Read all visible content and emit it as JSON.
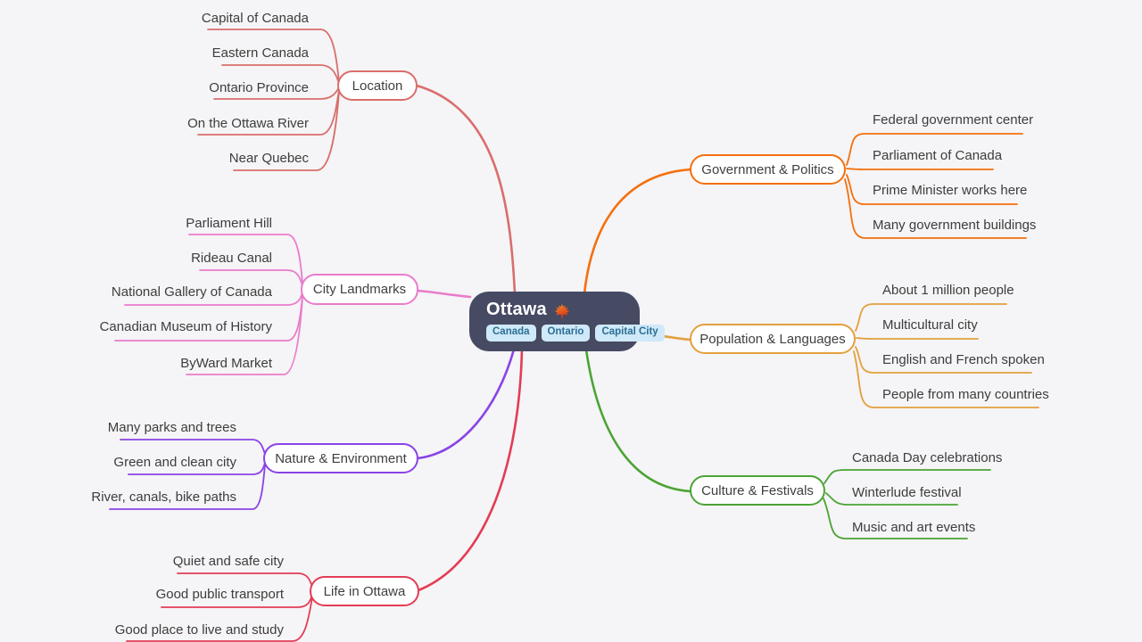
{
  "root": {
    "title": "Ottawa",
    "icon": "maple-leaf",
    "tags": [
      "Canada",
      "Ontario",
      "Capital City"
    ],
    "bg": "#474a63",
    "tag_bg": "#cfe9f8",
    "tag_text": "#2b6f94"
  },
  "branches": [
    {
      "label": "Location",
      "color": "#d96e6c",
      "side": "left",
      "children": [
        "Capital of Canada",
        "Eastern Canada",
        "Ontario Province",
        "On the Ottawa River",
        "Near Quebec"
      ]
    },
    {
      "label": "City Landmarks",
      "color": "#ea7ccc",
      "side": "left",
      "children": [
        "Parliament Hill",
        "Rideau Canal",
        "National Gallery of Canada",
        "Canadian Museum of History",
        "ByWard Market"
      ]
    },
    {
      "label": "Nature & Environment",
      "color": "#8a43e6",
      "side": "left",
      "children": [
        "Many parks and trees",
        "Green and clean city",
        "River, canals, bike paths"
      ]
    },
    {
      "label": "Life in Ottawa",
      "color": "#e23d55",
      "side": "left",
      "children": [
        "Quiet and safe city",
        "Good public transport",
        "Good place to live and study"
      ]
    },
    {
      "label": "Government & Politics",
      "color": "#f3700e",
      "side": "right",
      "children": [
        "Federal government center",
        "Parliament of Canada",
        "Prime Minister works here",
        "Many government buildings"
      ]
    },
    {
      "label": "Population & Languages",
      "color": "#e2a03d",
      "side": "right",
      "children": [
        "About 1 million people",
        "Multicultural city",
        "English and French spoken",
        "People from many countries"
      ]
    },
    {
      "label": "Culture & Festivals",
      "color": "#4aa434",
      "side": "right",
      "children": [
        "Canada Day celebrations",
        "Winterlude festival",
        "Music and art events"
      ]
    }
  ]
}
